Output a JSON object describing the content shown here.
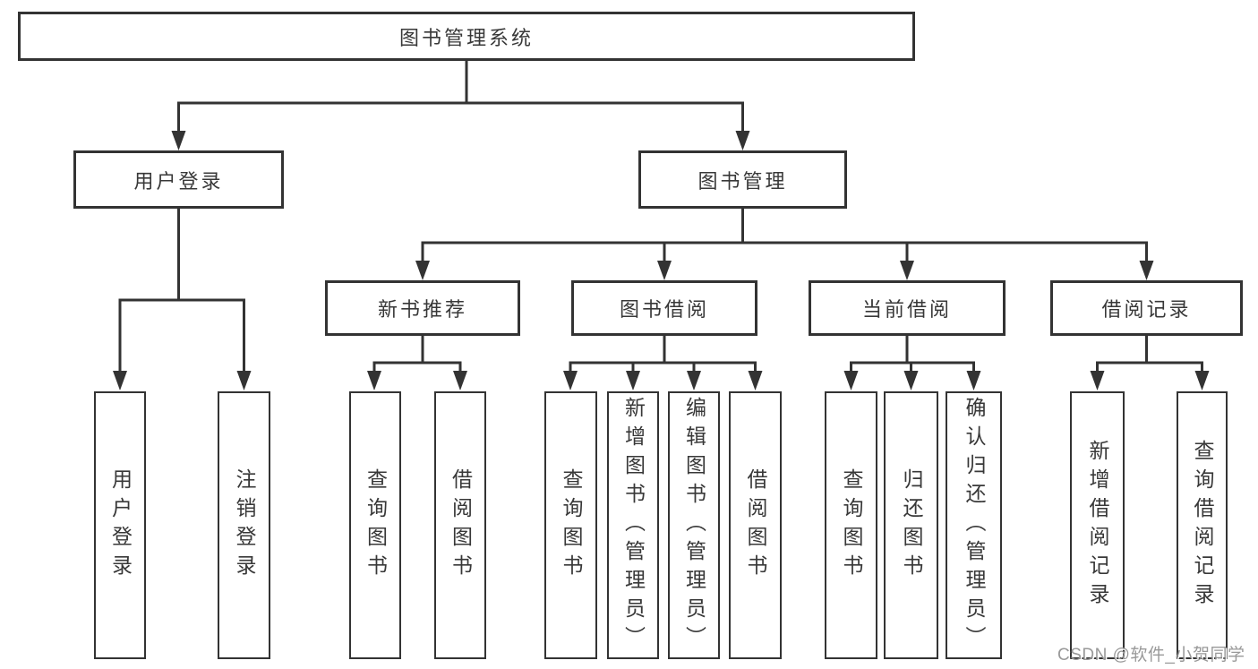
{
  "colors": {
    "background": "#ffffff",
    "line": "#333333",
    "node_border": "#333333",
    "node_text": "#383838",
    "watermark_text": "#949494"
  },
  "diagram": {
    "root": {
      "label": "图书管理系统"
    },
    "branches": [
      {
        "label": "用户登录"
      },
      {
        "label": "图书管理"
      }
    ],
    "modules": [
      {
        "label": "新书推荐",
        "parent": "图书管理"
      },
      {
        "label": "图书借阅",
        "parent": "图书管理"
      },
      {
        "label": "当前借阅",
        "parent": "图书管理"
      },
      {
        "label": "借阅记录",
        "parent": "图书管理"
      }
    ],
    "leaves": [
      {
        "label": "用户登录",
        "parent": "用户登录"
      },
      {
        "label": "注销登录",
        "parent": "用户登录"
      },
      {
        "label": "查询图书",
        "parent": "新书推荐"
      },
      {
        "label": "借阅图书",
        "parent": "新书推荐"
      },
      {
        "label": "查询图书",
        "parent": "图书借阅"
      },
      {
        "label": "新增图书（管理员）",
        "parent": "图书借阅"
      },
      {
        "label": "编辑图书（管理员）",
        "parent": "图书借阅"
      },
      {
        "label": "借阅图书",
        "parent": "图书借阅"
      },
      {
        "label": "查询图书",
        "parent": "当前借阅"
      },
      {
        "label": "归还图书",
        "parent": "当前借阅"
      },
      {
        "label": "确认归还（管理员）",
        "parent": "当前借阅"
      },
      {
        "label": "新增借阅记录",
        "parent": "借阅记录"
      },
      {
        "label": "查询借阅记录",
        "parent": "借阅记录"
      }
    ]
  },
  "watermark": {
    "text": "CSDN @软件_小贺同学"
  }
}
